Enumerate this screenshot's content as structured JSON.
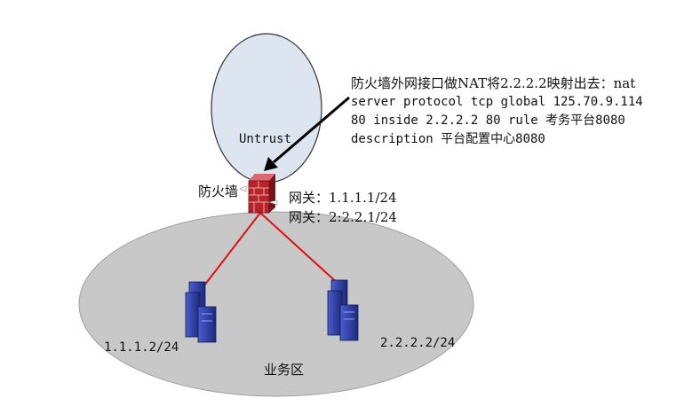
{
  "untrust": {
    "label": "Untrust"
  },
  "annotation": {
    "lines": [
      "防火墙外网接口做NAT将2.2.2.2映射出去：nat",
      "server protocol tcp global 125.70.9.114",
      "80 inside 2.2.2.2 80 rule 考务平台8080",
      "description 平台配置中心8080"
    ]
  },
  "firewall": {
    "label": "防火墙",
    "gateway1": "网关：1.1.1.1/24",
    "gateway2": "网关：2:2.2.1/24"
  },
  "hosts": [
    {
      "ip": "1.1.1.2/24"
    },
    {
      "ip": "2.2.2.2/24"
    }
  ],
  "zone": {
    "label": "业务区"
  },
  "colors": {
    "untrust_fill": "#dde5f0",
    "zone_fill": "#c8c8c8",
    "link": "#e01010",
    "server": "#2b3a9e",
    "firewall": "#b8222a"
  }
}
